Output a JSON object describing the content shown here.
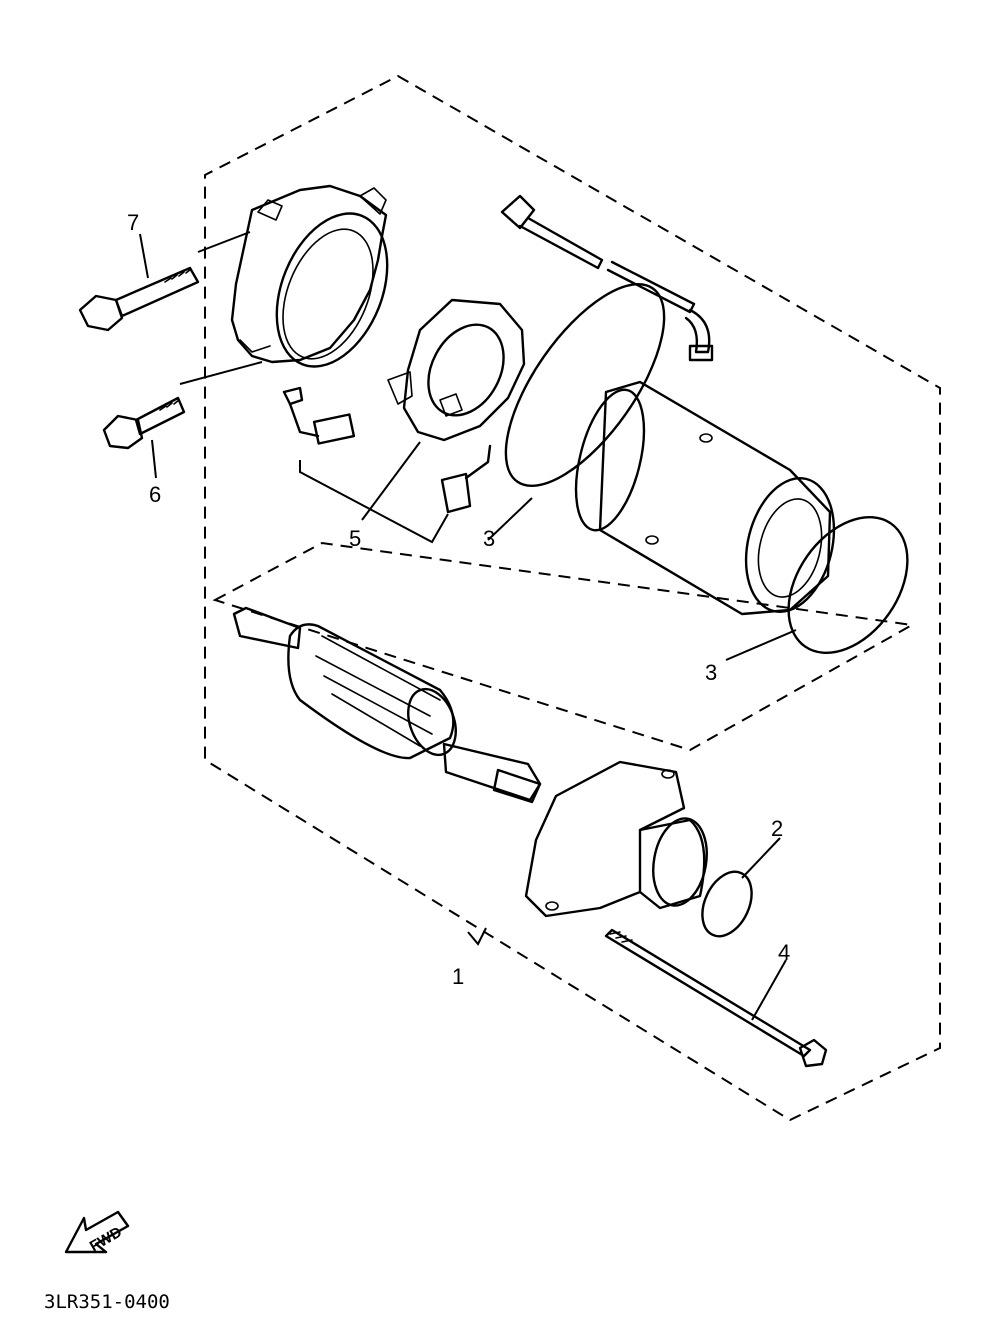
{
  "callouts": {
    "c1": "1",
    "c2": "2",
    "c3a": "3",
    "c3b": "3",
    "c4": "4",
    "c5": "5",
    "c6": "6",
    "c7": "7"
  },
  "direction_label": "FWD",
  "diagram_code": "3LR351-0400",
  "icons": {
    "direction": "fwd-arrow-icon"
  }
}
